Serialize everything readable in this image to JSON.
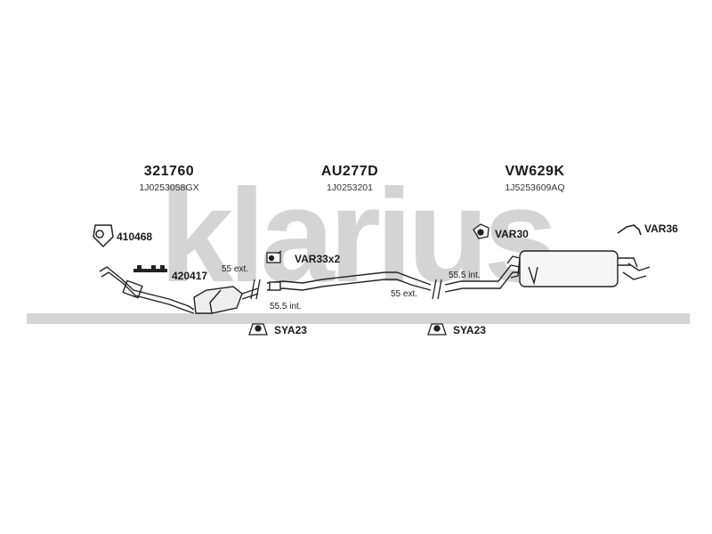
{
  "watermark": {
    "text": "klarius",
    "color": "#d2d2d2"
  },
  "groups": [
    {
      "code": "321760",
      "ref": "1J0253058GX"
    },
    {
      "code": "AU277D",
      "ref": "1J0253201"
    },
    {
      "code": "VW629K",
      "ref": "1J5253609AQ"
    }
  ],
  "labels": {
    "gasket": "410468",
    "clamp_bracket": "420417",
    "hanger_var33": "VAR33x2",
    "mount_var30": "VAR30",
    "bracket_var36": "VAR36",
    "clamp_sya23_left": "SYA23",
    "clamp_sya23_right": "SYA23"
  },
  "measurements": {
    "m1": "55 ext.",
    "m2": "55.5 int.",
    "m3": "55.5 int.",
    "m4": "55 ext."
  }
}
